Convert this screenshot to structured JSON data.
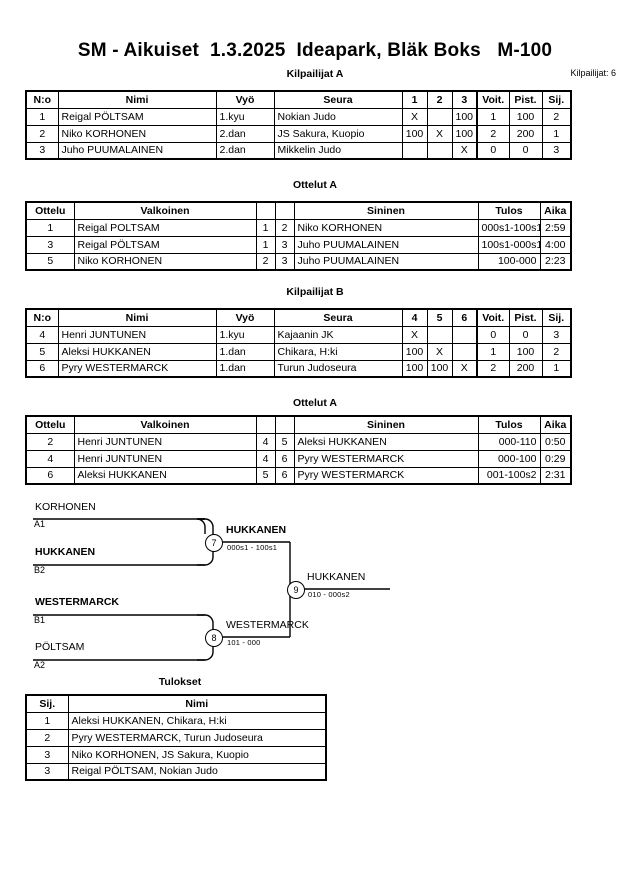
{
  "header": {
    "title": "SM - Aikuiset  1.3.2025  Ideapark, Bläk Boks   M-100",
    "competitors_label": "Kilpailijat: 6"
  },
  "sections": {
    "pool_a_caption": "Kilpailijat A",
    "matches_a_caption": "Ottelut A",
    "pool_b_caption": "Kilpailijat B",
    "matches_b_caption": "Ottelut A",
    "results_caption": "Tulokset"
  },
  "pool_a": {
    "columns": [
      "N:o",
      "Nimi",
      "Vyö",
      "Seura",
      "1",
      "2",
      "3",
      "Voit.",
      "Pist.",
      "Sij."
    ],
    "rows": [
      {
        "no": "1",
        "name": "Reigal PÖLTSAM",
        "belt": "1.kyu",
        "club": "Nokian Judo",
        "m1": "X",
        "m2": "",
        "m3": "100",
        "wins": "1",
        "points": "100",
        "rank": "2"
      },
      {
        "no": "2",
        "name": "Niko KORHONEN",
        "belt": "2.dan",
        "club": "JS Sakura, Kuopio",
        "m1": "100",
        "m2": "X",
        "m3": "100",
        "wins": "2",
        "points": "200",
        "rank": "1"
      },
      {
        "no": "3",
        "name": "Juho PUUMALAINEN",
        "belt": "2.dan",
        "club": "Mikkelin Judo",
        "m1": "",
        "m2": "",
        "m3": "X",
        "wins": "0",
        "points": "0",
        "rank": "3"
      }
    ]
  },
  "matches_a": {
    "columns": [
      "Ottelu",
      "Valkoinen",
      "",
      "",
      "Sininen",
      "Tulos",
      "Aika"
    ],
    "rows": [
      {
        "match": "1",
        "white": "Reigal POLTSAM",
        "white_bold": false,
        "wno": "1",
        "bno": "2",
        "blue": "Niko KORHONEN",
        "blue_bold": true,
        "result": "000s1-100s1",
        "time": "2:59"
      },
      {
        "match": "3",
        "white": "Reigal PÖLTSAM",
        "white_bold": true,
        "wno": "1",
        "bno": "3",
        "blue": "Juho PUUMALAINEN",
        "blue_bold": false,
        "result": "100s1-000s1",
        "time": "4:00"
      },
      {
        "match": "5",
        "white": "Niko KORHONEN",
        "white_bold": true,
        "wno": "2",
        "bno": "3",
        "blue": "Juho PUUMALAINEN",
        "blue_bold": false,
        "result": "100-000",
        "time": "2:23"
      }
    ]
  },
  "pool_b": {
    "columns": [
      "N:o",
      "Nimi",
      "Vyö",
      "Seura",
      "4",
      "5",
      "6",
      "Voit.",
      "Pist.",
      "Sij."
    ],
    "rows": [
      {
        "no": "4",
        "name": "Henri JUNTUNEN",
        "belt": "1.kyu",
        "club": "Kajaanin JK",
        "m1": "X",
        "m2": "",
        "m3": "",
        "wins": "0",
        "points": "0",
        "rank": "3"
      },
      {
        "no": "5",
        "name": "Aleksi HUKKANEN",
        "belt": "1.dan",
        "club": "Chikara, H:ki",
        "m1": "100",
        "m2": "X",
        "m3": "",
        "wins": "1",
        "points": "100",
        "rank": "2"
      },
      {
        "no": "6",
        "name": "Pyry WESTERMARCK",
        "belt": "1.dan",
        "club": "Turun Judoseura",
        "m1": "100",
        "m2": "100",
        "m3": "X",
        "wins": "2",
        "points": "200",
        "rank": "1"
      }
    ]
  },
  "matches_b": {
    "columns": [
      "Ottelu",
      "Valkoinen",
      "",
      "",
      "Sininen",
      "Tulos",
      "Aika"
    ],
    "rows": [
      {
        "match": "2",
        "white": "Henri JUNTUNEN",
        "white_bold": false,
        "wno": "4",
        "bno": "5",
        "blue": "Aleksi HUKKANEN",
        "blue_bold": true,
        "result": "000-110",
        "time": "0:50"
      },
      {
        "match": "4",
        "white": "Henri JUNTUNEN",
        "white_bold": false,
        "wno": "4",
        "bno": "6",
        "blue": "Pyry WESTERMARCK",
        "blue_bold": true,
        "result": "000-100",
        "time": "0:29"
      },
      {
        "match": "6",
        "white": "Aleksi HUKKANEN",
        "white_bold": false,
        "wno": "5",
        "bno": "6",
        "blue": "Pyry WESTERMARCK",
        "blue_bold": true,
        "result": "001-100s2",
        "time": "2:31"
      }
    ]
  },
  "bracket": {
    "entries": [
      {
        "name": "KORHONEN",
        "seed": "A1",
        "bold": false
      },
      {
        "name": "HUKKANEN",
        "seed": "B2",
        "bold": true
      },
      {
        "name": "WESTERMARCK",
        "seed": "B1",
        "bold": true
      },
      {
        "name": "PÖLTSAM",
        "seed": "A2",
        "bold": false
      }
    ],
    "semis": [
      {
        "number": "7",
        "winner": "HUKKANEN",
        "score": "000s1 - 100s1",
        "bold": true
      },
      {
        "number": "8",
        "winner": "WESTERMARCK",
        "score": "101 - 000",
        "bold": false
      }
    ],
    "final": {
      "number": "9",
      "winner": "HUKKANEN",
      "score": "010 - 000s2",
      "bold": false
    }
  },
  "results": {
    "columns": [
      "Sij.",
      "Nimi"
    ],
    "rows": [
      {
        "rank": "1",
        "name": "Aleksi HUKKANEN, Chikara, H:ki"
      },
      {
        "rank": "2",
        "name": "Pyry WESTERMARCK, Turun Judoseura"
      },
      {
        "rank": "3",
        "name": "Niko KORHONEN, JS Sakura, Kuopio"
      },
      {
        "rank": "3",
        "name": "Reigal PÖLTSAM, Nokian Judo"
      }
    ]
  }
}
